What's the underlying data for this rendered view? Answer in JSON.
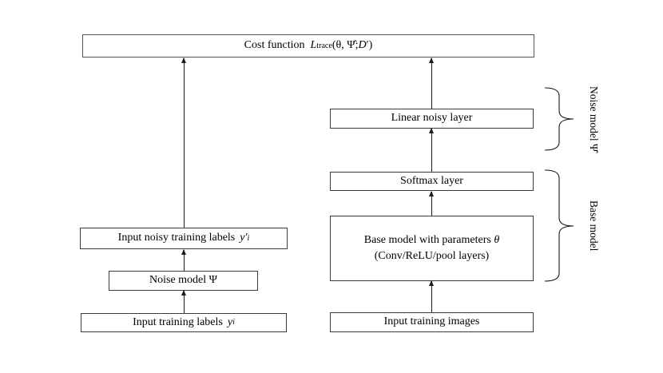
{
  "diagram": {
    "cost": {
      "prefix": "Cost function",
      "var": "L",
      "sub": "trace",
      "args1": "(θ, Ψ̂; ",
      "d": "D",
      "args2": "′)"
    },
    "right_column": {
      "linear_noisy_layer": "Linear noisy layer",
      "softmax_layer": "Softmax layer",
      "base_line1_text": "Base model with parameters",
      "base_theta": "θ",
      "base_line2": "(Conv/ReLU/pool layers)",
      "input_images": "Input training images"
    },
    "left_column": {
      "noisy_labels_text": "Input noisy training labels",
      "noisy_labels_math": "y′",
      "noisy_labels_sub": "i",
      "noise_model": "Noise model Ψ",
      "input_labels_text": "Input training labels",
      "input_labels_math": "y",
      "input_labels_sub": "i"
    },
    "side_labels": {
      "noise_model": "Noise model Ψ̂",
      "base_model": "Base model"
    }
  }
}
